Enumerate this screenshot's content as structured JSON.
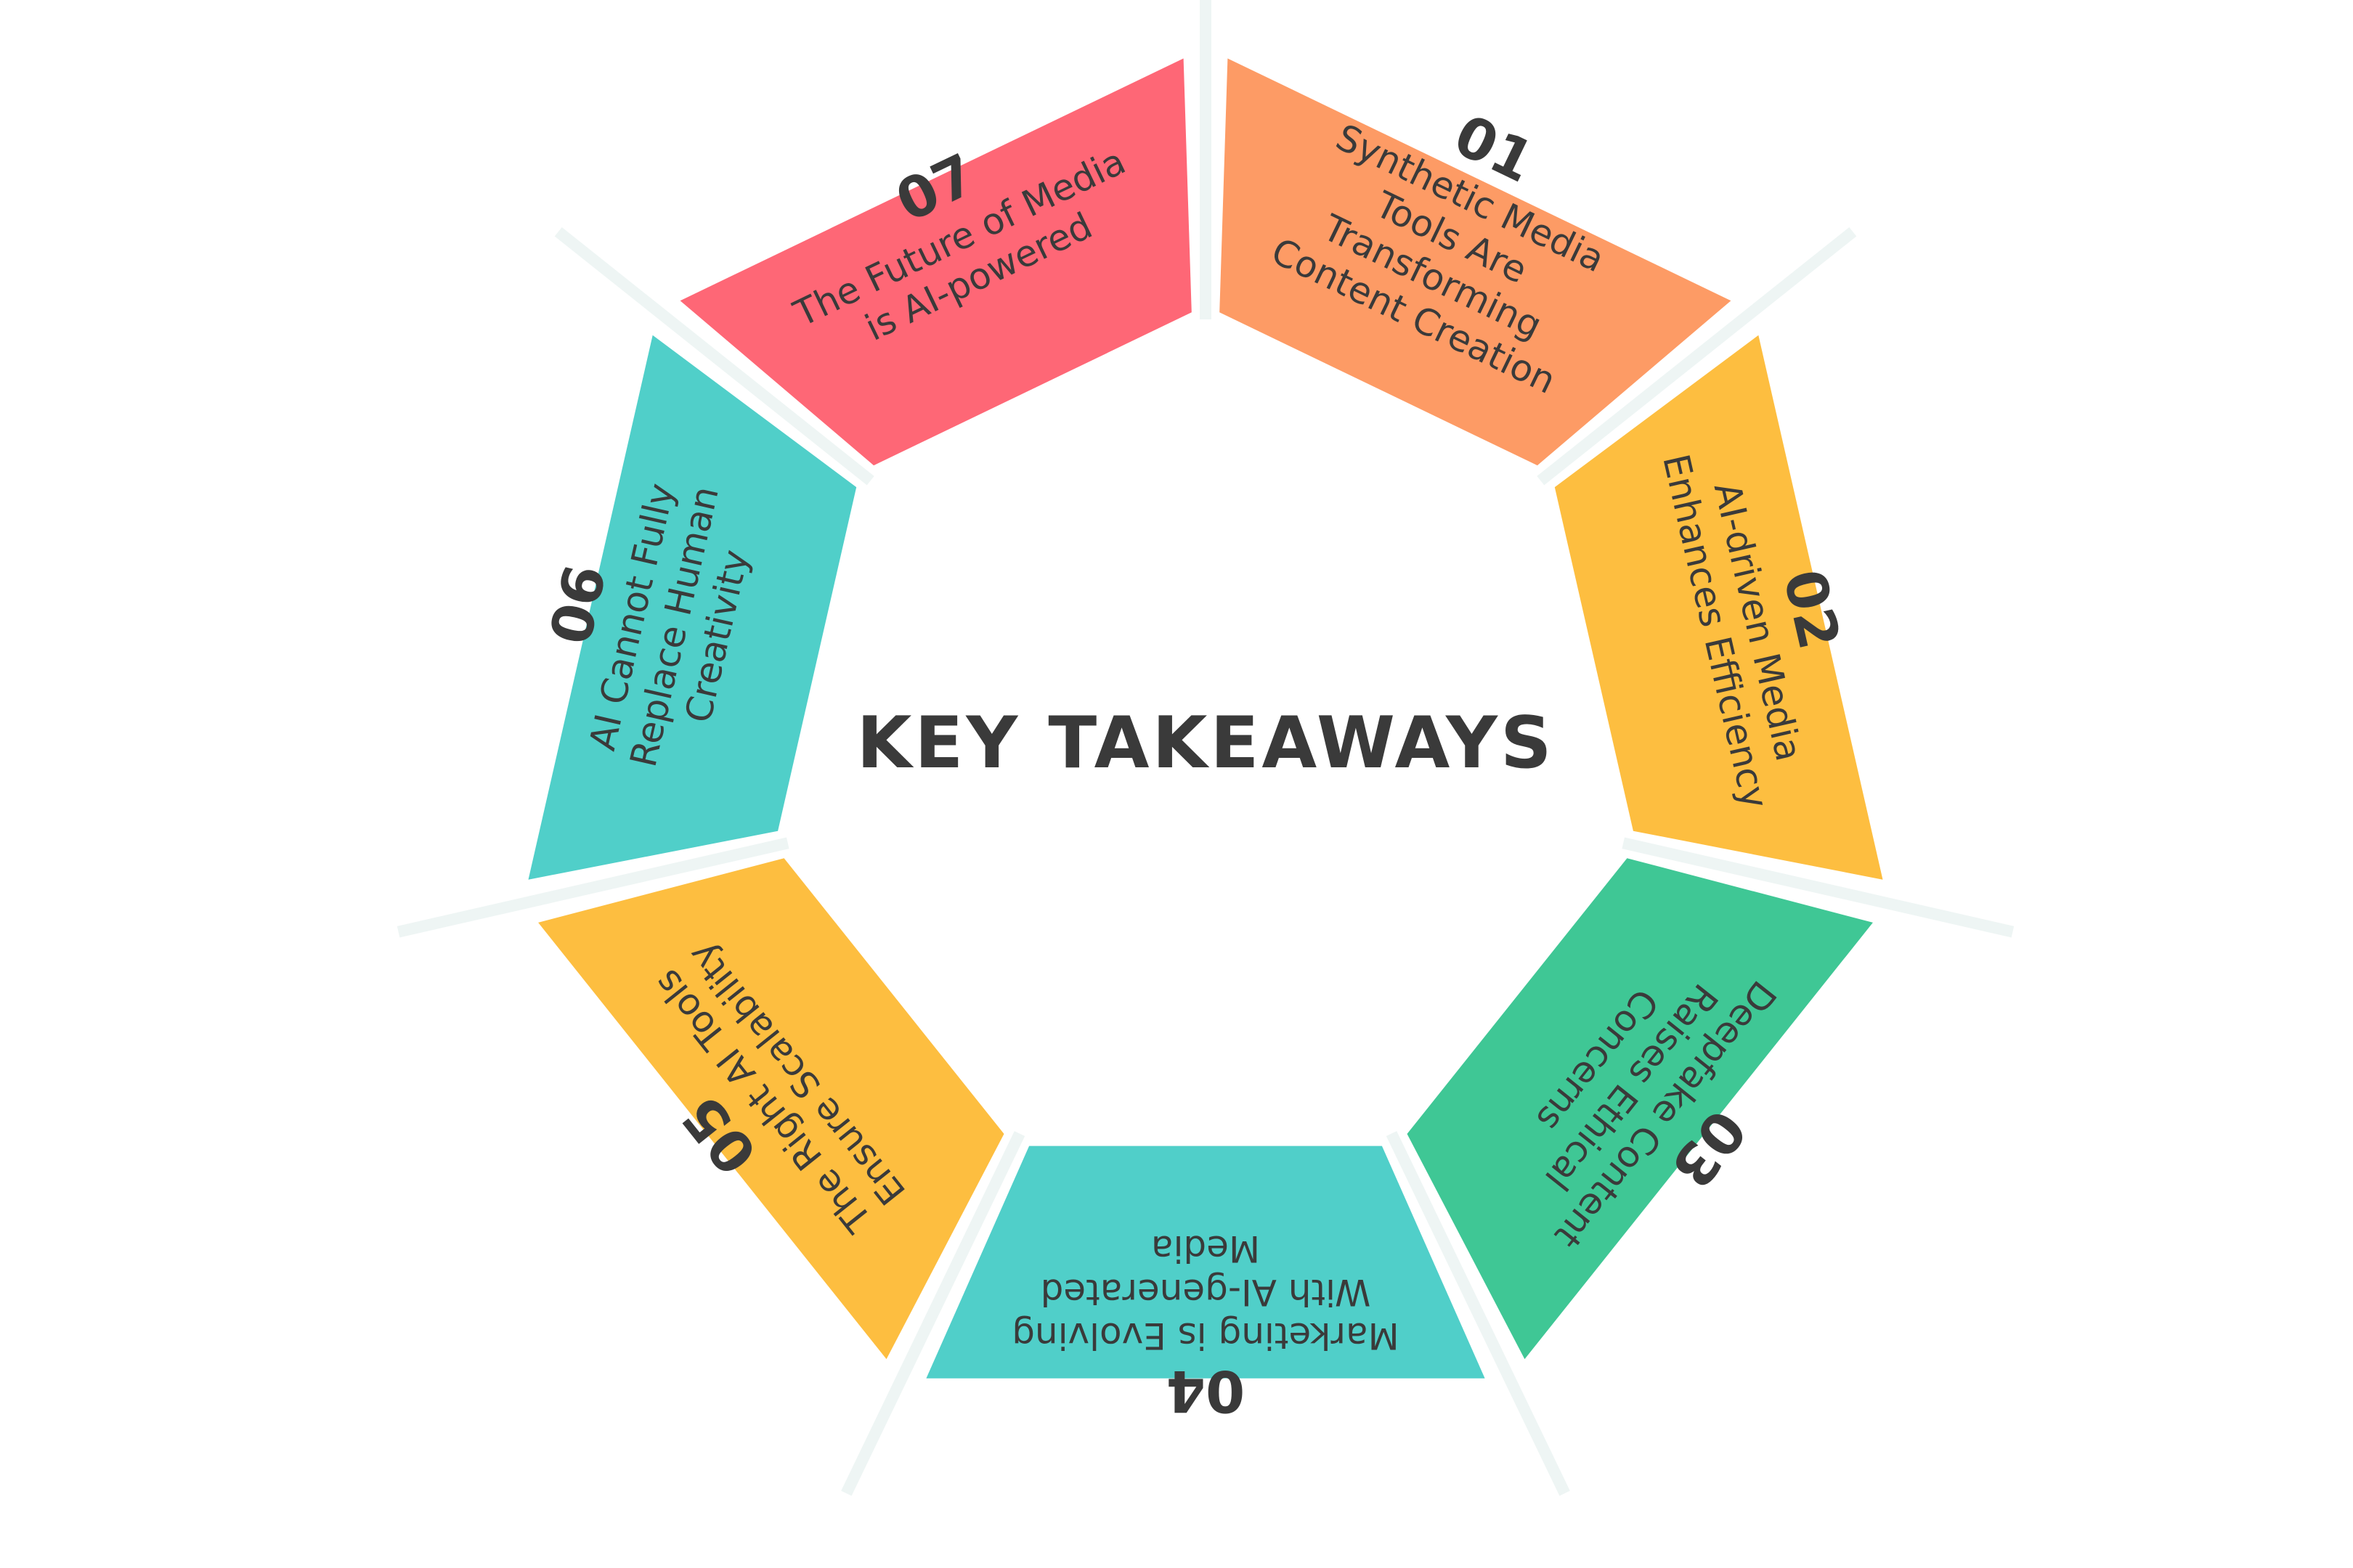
{
  "title": "KEY TAKEAWAYS",
  "colors": {
    "orange": "#fd9b65",
    "amber": "#fdbe40",
    "green": "#3fc795",
    "teal": "#50cfc9",
    "red": "#fe6776",
    "spoke": "#eef5f4",
    "text": "#3a3a3a"
  },
  "segments": [
    {
      "number": "01",
      "lines": [
        "Synthetic Media",
        "Tools Are",
        "Transforming",
        "Content Creation"
      ],
      "color": "#fd9b65"
    },
    {
      "number": "02",
      "lines": [
        "AI-driven Media",
        "Enhances Efficiency"
      ],
      "color": "#fdbe40"
    },
    {
      "number": "03",
      "lines": [
        "Deepfake Content",
        "Raises Ethical",
        "Concerns"
      ],
      "color": "#3fc795"
    },
    {
      "number": "04",
      "lines": [
        "Marketing is Evolving",
        "With AI-generated",
        "Media"
      ],
      "color": "#50cfc9"
    },
    {
      "number": "05",
      "lines": [
        "The Right AI Tools",
        "Ensure Scalability"
      ],
      "color": "#fdbe40"
    },
    {
      "number": "06",
      "lines": [
        "AI Cannot Fully",
        "Replace Human",
        "Creativity"
      ],
      "color": "#50cfc9"
    },
    {
      "number": "07",
      "lines": [
        "The Future of Media",
        "is AI-powered"
      ],
      "color": "#fe6776"
    }
  ]
}
